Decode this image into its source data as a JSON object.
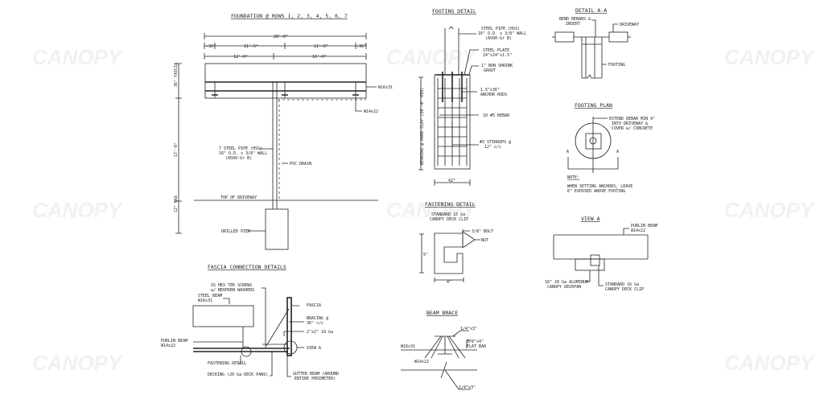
{
  "watermark": "CANOPY",
  "foundation": {
    "title": "FOUNDATION @ ROWS 1, 2, 3, 4, 5, 6, 7",
    "dims": {
      "overall": "28'-0\"",
      "left_edge": "-36\"",
      "mid_left": "11'-6\"",
      "mid_right": "11'-6\"",
      "right_edge": "-36\"",
      "span_left": "12'-0\"",
      "span_right": "16'-0\"",
      "fascia": "36\" FASCIA",
      "height": "17'-0\"",
      "max": "12\" MAX"
    },
    "labels": {
      "w16": "W16x31",
      "w14": "W14x22",
      "pipe_1": "7 STEEL PIPE (HSS)",
      "pipe_2": "16\" O.D. x 3/8\" WALL",
      "pipe_3": "(A500-Gr B)",
      "drain": "PVC DRAIN",
      "driveway": "TOP OF DRIVEWAY",
      "pier": "DRILLED PIER"
    }
  },
  "footing_detail": {
    "title": "FOOTING DETAIL",
    "labels": {
      "pipe_1": "STEEL PIPE (HSS)",
      "pipe_2": "16\" O.D. x 3/8\" WALL",
      "pipe_3": "(A500-Gr B)",
      "plate_1": "STEEL PLATE",
      "plate_2": "24\"x24\"x1.5\"",
      "grout_1": "1\" NON SHRINK",
      "grout_2": "GROUT",
      "rods_1": "1.5\"x36\"",
      "rods_2": "ANCHOR RODS",
      "rebar": "10 #5 REBAR",
      "stirrups_1": "#3 STIRRUPS @",
      "stirrups_2": "12\" c/c",
      "bearing": "BEARING @ HARD CLAY (10'-0\" MIN)",
      "width": "42\""
    }
  },
  "detail_aa": {
    "title": "DETAIL A-A",
    "labels": {
      "bend_1": "BEND REBARS &",
      "bend_2": "INSERT",
      "driveway": "DRIVEWAY",
      "footing": "FOOTING"
    }
  },
  "footing_plan": {
    "title": "FOOTING PLAN",
    "labels": {
      "extend_1": "EXTEND REBAR MIN 9\"",
      "extend_2": "INTO DRIVEWAY &",
      "extend_3": "COVER w/ CONCRETE",
      "a_left": "A",
      "a_right": "A"
    },
    "note_title": "NOTE:",
    "note_1": "WHEN SETTING ANCHORS, LEAVE",
    "note_2": "6\" EXPOSED ABOVE FOOTING"
  },
  "view_a": {
    "title": "VIEW A",
    "labels": {
      "purlin_1": "PURLIN BEAM",
      "purlin_2": "W14x22",
      "deck_1": "16\" 20 Ga ALUMINUM",
      "deck_2": "CANOPY DECKPAN",
      "clip_1": "STANDARD 16 Ga",
      "clip_2": "CANOPY DECK CLIP"
    }
  },
  "fastening": {
    "title": "FASTENING DETAIL",
    "labels": {
      "std_1": "STANDARD 16 Ga",
      "std_2": "CANOPY DECK CLIP",
      "bolt": "3/8\" BOLT",
      "nut": "NUT",
      "height": "5\"",
      "width": "4\""
    }
  },
  "beam_brace": {
    "title": "BEAM BRACE",
    "labels": {
      "w16": "W16x31",
      "w14": "W14x22",
      "flat_1": "3/8\"x4\"",
      "flat_2": "FLAT BAR",
      "weld_top": "1/4\"x3\"",
      "weld_bot": "1/4\"x3\""
    }
  },
  "fascia": {
    "title": "FASCIA CONNECTION DETAILS",
    "labels": {
      "screws_1": "SS HEX TEK SCREWS",
      "screws_2": "w/ NEOPREN WASHERS",
      "beam_1": "STEEL BEAM",
      "beam_2": "W16x31",
      "fascia": "FASCIA",
      "bracing_1": "BRACING @",
      "bracing_2": "36\" c/c",
      "angle": "2\"x2\" 16 Ga",
      "view": "VIEW A",
      "purlin_1": "PURLIN BEAM",
      "purlin_2": "W14x22",
      "fastening": "FASTENING DETAIL",
      "decking": "DECKING (20 Ga DECK PANS)",
      "gutter_1": "GUTTER BEAM (AROUND",
      "gutter_2": "ENTIRE PERIMETER)"
    }
  }
}
